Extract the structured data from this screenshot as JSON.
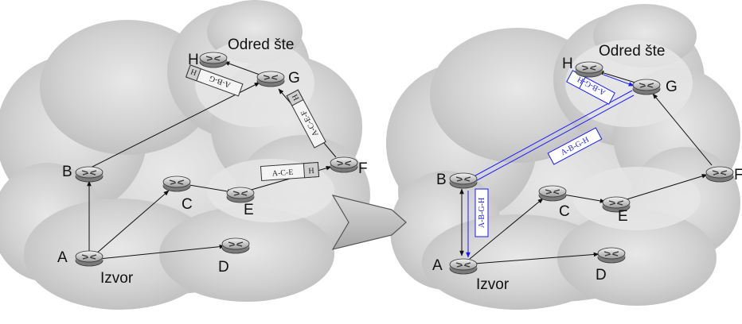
{
  "left": {
    "nodes": [
      {
        "id": "A",
        "label": "A"
      },
      {
        "id": "B",
        "label": "B"
      },
      {
        "id": "C",
        "label": "C"
      },
      {
        "id": "D",
        "label": "D"
      },
      {
        "id": "E",
        "label": "E"
      },
      {
        "id": "F",
        "label": "F"
      },
      {
        "id": "G",
        "label": "G"
      },
      {
        "id": "H",
        "label": "H"
      }
    ],
    "source_label": "Izvor",
    "destination_label": "Odred šte",
    "packets": [
      {
        "route": "A-B-G",
        "dest": "H"
      },
      {
        "route": "A-C-E-F",
        "dest": "H"
      },
      {
        "route": "A-C-E",
        "dest": "H"
      }
    ]
  },
  "right": {
    "source_label": "Izvor",
    "destination_label": "Odred šte",
    "reply_labels": [
      "A-B-G-H",
      "A-B-G-H",
      "A-B-G-H"
    ]
  }
}
